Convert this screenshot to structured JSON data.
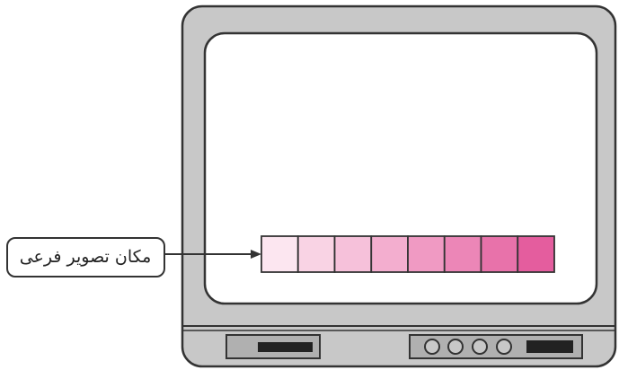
{
  "callout": {
    "label": "مكان تصوير فرعی"
  },
  "colors": {
    "outline": "#333333",
    "tv_body": "#c8c8c8",
    "screen": "#ffffff",
    "panel_slot": "#222222",
    "pip_cells": [
      "#fce6f0",
      "#f9d3e4",
      "#f6c1da",
      "#f3aecf",
      "#f09ac3",
      "#ec86b7",
      "#e872aa",
      "#e45d9e"
    ]
  },
  "tv": {
    "control_panel": {
      "buttons": [
        "button-1",
        "button-2",
        "button-3",
        "button-4"
      ]
    }
  }
}
